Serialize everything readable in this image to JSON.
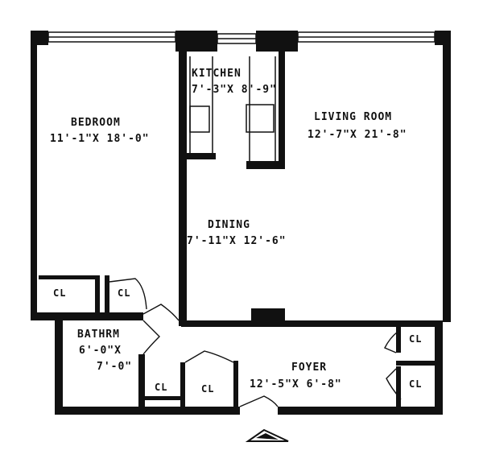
{
  "rooms": {
    "bedroom": {
      "name": "BEDROOM",
      "dims": "11'-1\"X 18'-0\""
    },
    "kitchen": {
      "name": "KITCHEN",
      "dims": "7'-3\"X 8'-9\""
    },
    "living_room": {
      "name": "LIVING ROOM",
      "dims": "12'-7\"X 21'-8\""
    },
    "dining": {
      "name": "DINING",
      "dims": "7'-11\"X 12'-6\""
    },
    "bathroom": {
      "name": "BATHRM",
      "dims_line1": "6'-0\"X",
      "dims_line2": "7'-0\""
    },
    "foyer": {
      "name": "FOYER",
      "dims": "12'-5\"X 6'-8\""
    }
  },
  "closets": {
    "bedroom_1": "CL",
    "bedroom_2": "CL",
    "hall_1": "CL",
    "hall_2": "CL",
    "foyer_1": "CL",
    "foyer_2": "CL"
  },
  "colors": {
    "wall": "#111111",
    "background": "#ffffff"
  }
}
